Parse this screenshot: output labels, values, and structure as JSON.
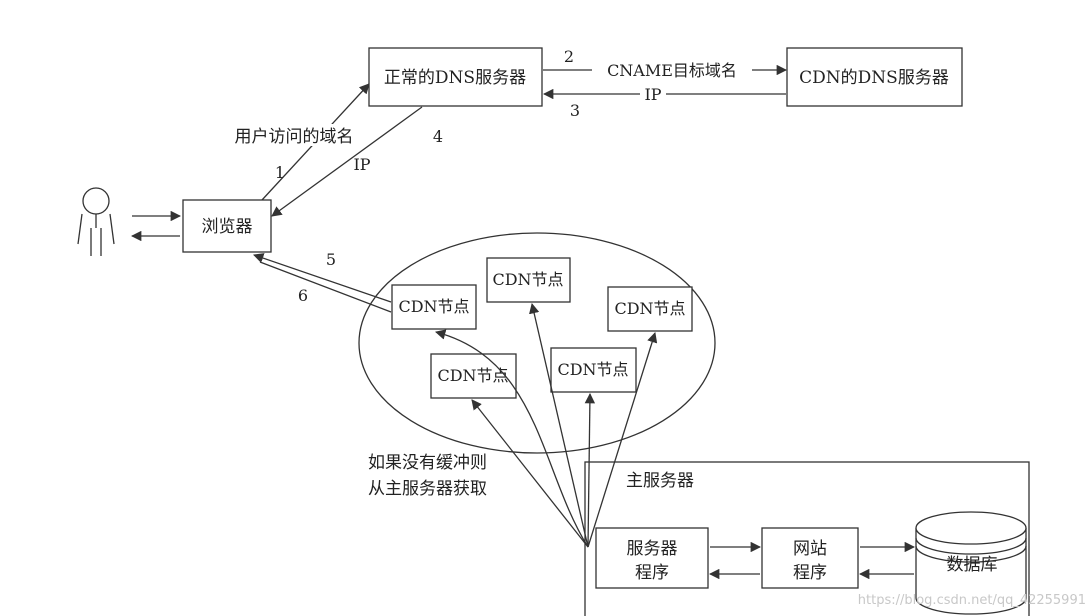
{
  "nodes": {
    "dns_normal": "正常的DNS服务器",
    "dns_cdn": "CDN的DNS服务器",
    "browser": "浏览器",
    "cdn_node": "CDN节点",
    "main_server_group": "主服务器",
    "server_program_line1": "服务器",
    "server_program_line2": "程序",
    "website_program_line1": "网站",
    "website_program_line2": "程序",
    "database": "数据库"
  },
  "edges": {
    "step1_num": "1",
    "step1_label": "用户访问的域名",
    "step2_num": "2",
    "step2_label": "CNAME目标域名",
    "step3_num": "3",
    "step3_label": "IP",
    "step4_num": "4",
    "step4_label": "IP",
    "step5_num": "5",
    "step6_num": "6"
  },
  "notes": {
    "fallback_line1": "如果没有缓冲则",
    "fallback_line2": "从主服务器获取"
  },
  "watermark": "https://blog.csdn.net/qq_42255991"
}
